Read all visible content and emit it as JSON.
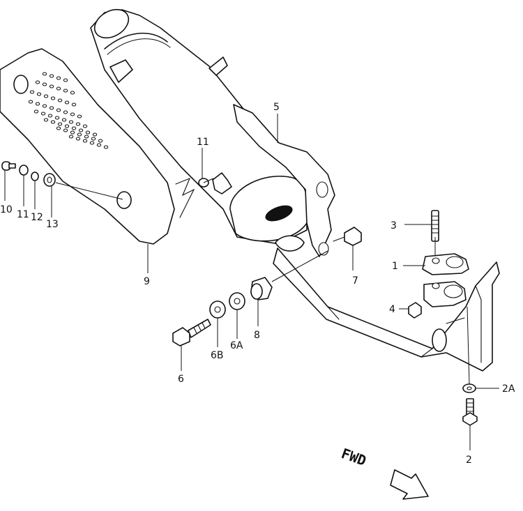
{
  "diagram": {
    "callouts": {
      "c1": "1",
      "c2": "2",
      "c2a": "2A",
      "c3": "3",
      "c4": "4",
      "c5": "5",
      "c6": "6",
      "c6a": "6A",
      "c6b": "6B",
      "c7": "7",
      "c8": "8",
      "c9": "9",
      "c10": "10",
      "c11a": "11",
      "c11b": "11",
      "c12": "12",
      "c13": "13"
    },
    "direction_label": "FWD"
  },
  "colors": {
    "line": "#111111",
    "background": "#ffffff"
  },
  "icons": {
    "direction_arrow": "forward-arrow-icon"
  }
}
